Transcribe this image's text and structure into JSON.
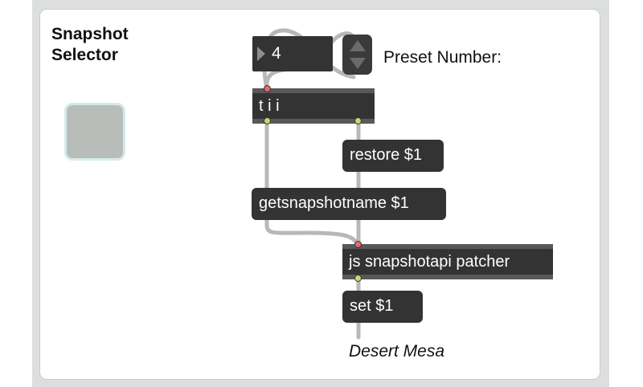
{
  "panel": {
    "title_line1": "Snapshot",
    "title_line2": "Selector"
  },
  "number_box": {
    "value": "4"
  },
  "comments": {
    "preset_number": "Preset Number:",
    "snapshot_name": "Desert Mesa"
  },
  "objects": {
    "trigger": "t i i",
    "js": "js snapshotapi patcher"
  },
  "messages": {
    "restore": "restore $1",
    "getsnapshotname": "getsnapshotname $1",
    "set": "set $1"
  },
  "colors": {
    "box_background": "#333333",
    "object_border": "#595959",
    "patch_cord": "#b8b8b8",
    "hot_inlet": "#e36b6b",
    "outlet": "#c8d86a",
    "bang_fill": "#b9bdb9",
    "bang_ring": "#d4ebeb",
    "frame": "#dcdfdd"
  },
  "icons": {
    "number_box_triangle": "triangle-right-icon",
    "spinner_up": "arrow-up-icon",
    "spinner_down": "arrow-down-icon"
  }
}
